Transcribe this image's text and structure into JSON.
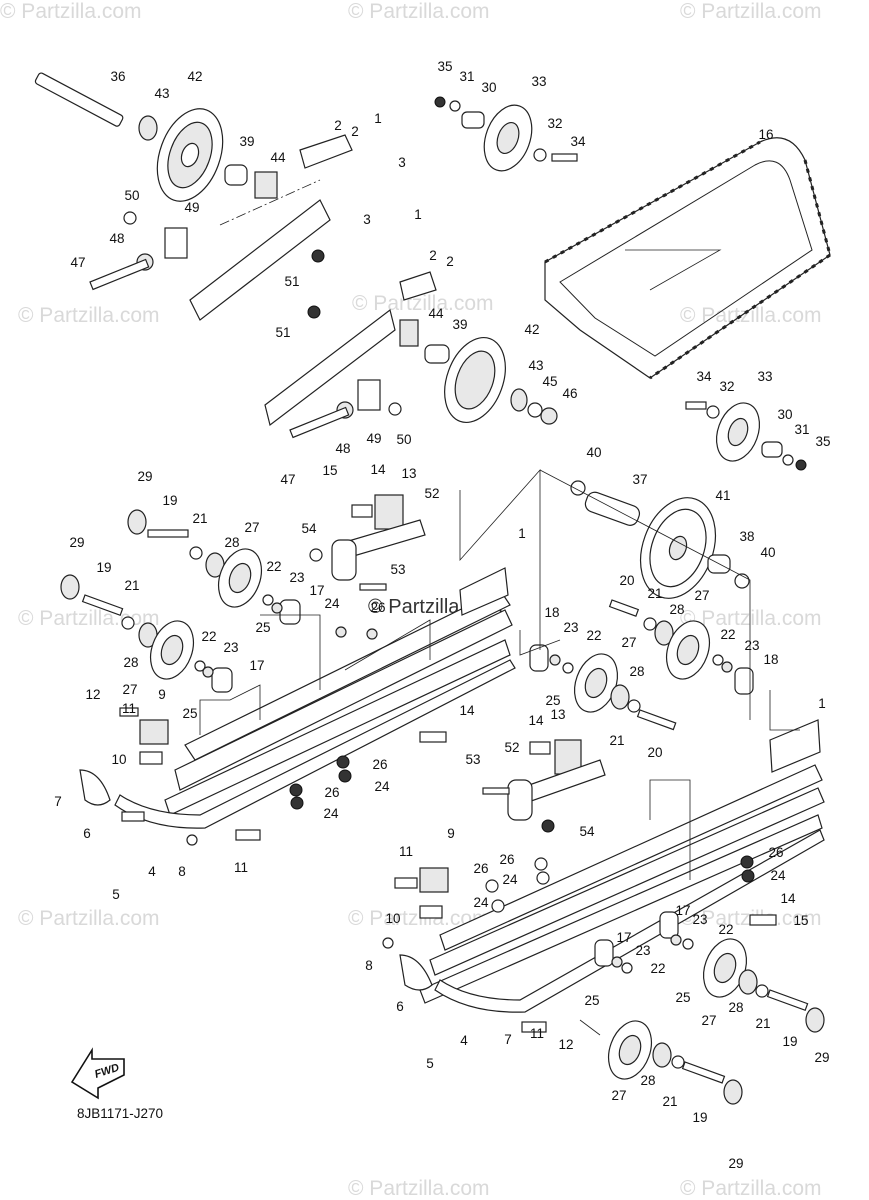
{
  "watermarks": [
    "© Partzilla.com",
    "© Partzilla.com",
    "© Partzilla.com",
    "© Partzilla.com",
    "© Partzilla.com",
    "© Partzilla.com",
    "© Partzilla.com",
    "© Partzilla.com",
    "© Partzilla.com",
    "© Partzilla.com",
    "© Partzilla.com",
    "© Partzilla.com",
    "© Partzilla.com"
  ],
  "center_watermark": "© Partzilla.com",
  "diagram_code": "8JB1171-J270",
  "fwd_label": "FWD",
  "callouts": [
    "36",
    "42",
    "43",
    "39",
    "44",
    "50",
    "49",
    "48",
    "47",
    "51",
    "2",
    "2",
    "1",
    "3",
    "35",
    "31",
    "30",
    "33",
    "32",
    "34",
    "16",
    "3",
    "1",
    "2",
    "2",
    "51",
    "44",
    "39",
    "42",
    "43",
    "45",
    "46",
    "48",
    "49",
    "50",
    "47",
    "34",
    "32",
    "33",
    "30",
    "31",
    "35",
    "15",
    "14",
    "13",
    "52",
    "40",
    "37",
    "41",
    "38",
    "40",
    "29",
    "19",
    "21",
    "27",
    "28",
    "29",
    "19",
    "21",
    "22",
    "23",
    "17",
    "25",
    "24",
    "26",
    "54",
    "53",
    "1",
    "20",
    "21",
    "28",
    "27",
    "22",
    "23",
    "18",
    "18",
    "23",
    "22",
    "27",
    "28",
    "28",
    "27",
    "22",
    "23",
    "17",
    "25",
    "12",
    "11",
    "9",
    "10",
    "7",
    "6",
    "4",
    "5",
    "8",
    "11",
    "26",
    "24",
    "26",
    "24",
    "14",
    "13",
    "53",
    "52",
    "25",
    "21",
    "20",
    "14",
    "54",
    "1",
    "26",
    "24",
    "9",
    "11",
    "10",
    "26",
    "24",
    "26",
    "24",
    "17",
    "23",
    "22",
    "14",
    "15",
    "8",
    "6",
    "17",
    "23",
    "22",
    "25",
    "4",
    "5",
    "7",
    "11",
    "12",
    "25",
    "28",
    "27",
    "21",
    "19",
    "29",
    "27",
    "28",
    "21",
    "19",
    "29"
  ]
}
